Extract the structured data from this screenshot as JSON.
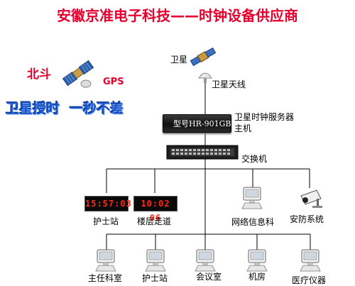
{
  "header": {
    "title": "安徽京准电子科技——时钟设备供应商"
  },
  "promo": {
    "beidou": "北斗",
    "gps": "GPS",
    "slogan_left": "卫星授时",
    "slogan_right": "一秒不差"
  },
  "nodes": {
    "satellite": "卫星",
    "antenna": "卫星天线",
    "server_model": "型号HR-901GB",
    "server_line1": "卫星时钟服务器",
    "server_line2": "主机",
    "switch": "交换机"
  },
  "clocks": {
    "clock1": "15:57:03",
    "clock2": "10:02 06"
  },
  "level1": {
    "nurse_station": "护士站",
    "corridor": "楼层走道",
    "network_dept": "网络信息科",
    "security": "安防系统"
  },
  "level2": {
    "director_office": "主任科室",
    "nurse_station": "护士站",
    "meeting_room": "会议室",
    "server_room": "机房",
    "medical_instruments": "医疗仪器"
  },
  "colors": {
    "title": "#e6002e",
    "slogan": "#1552c8",
    "line": "#000000",
    "clock_digits": "#ff2a1a"
  }
}
